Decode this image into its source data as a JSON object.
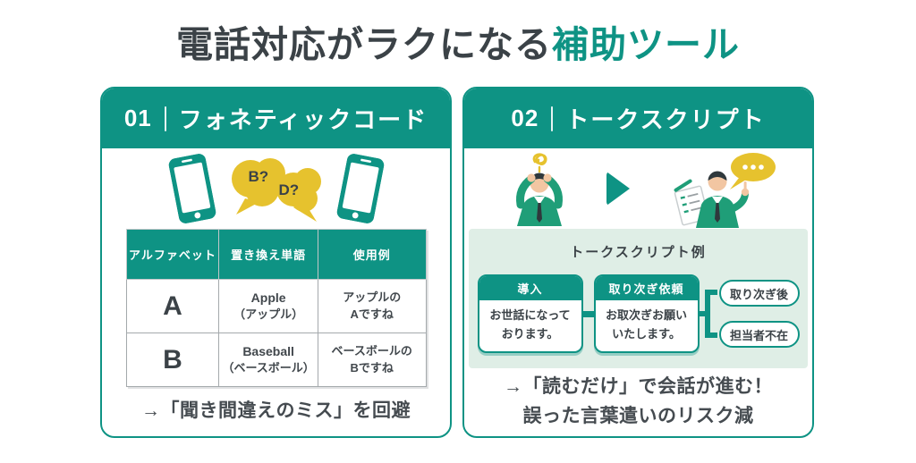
{
  "title": {
    "prefix": "電話対応がラクになる",
    "highlight": "補助ツール"
  },
  "colors": {
    "teal": "#0e9384",
    "yellow": "#e6c22e",
    "light_green": "#dfeee6",
    "dark_text": "#3b4247",
    "suit_green": "#1f9e78"
  },
  "left_panel": {
    "number": "01",
    "title": "フォネティックコード",
    "bubble_left": "B?",
    "bubble_right": "D?",
    "table": {
      "headers": [
        "アルファベット",
        "置き換え単語",
        "使用例"
      ],
      "rows": [
        {
          "letter": "A",
          "word_en": "Apple",
          "word_jp": "（アップル）",
          "usage_line1": "アップルの",
          "usage_line2": "Aですね"
        },
        {
          "letter": "B",
          "word_en": "Baseball",
          "word_jp": "（ベースボール）",
          "usage_line1": "ベースボールの",
          "usage_line2": "Bですね"
        }
      ]
    },
    "caption": "→「聞き間違えのミス」を回避"
  },
  "right_panel": {
    "number": "02",
    "title": "トークスクリプト",
    "script_example": {
      "title": "トークスクリプト例",
      "cards": [
        {
          "label": "導入",
          "body_line1": "お世話になって",
          "body_line2": "おります。"
        },
        {
          "label": "取り次ぎ依頼",
          "body_line1": "お取次ぎお願い",
          "body_line2": "いたします。"
        }
      ],
      "branches": [
        {
          "label": "取り次ぎ後"
        },
        {
          "label": "担当者不在"
        }
      ]
    },
    "caption_line1": "→「読むだけ」で会話が進む！",
    "caption_line2": "誤った言葉遣いのリスク減"
  }
}
